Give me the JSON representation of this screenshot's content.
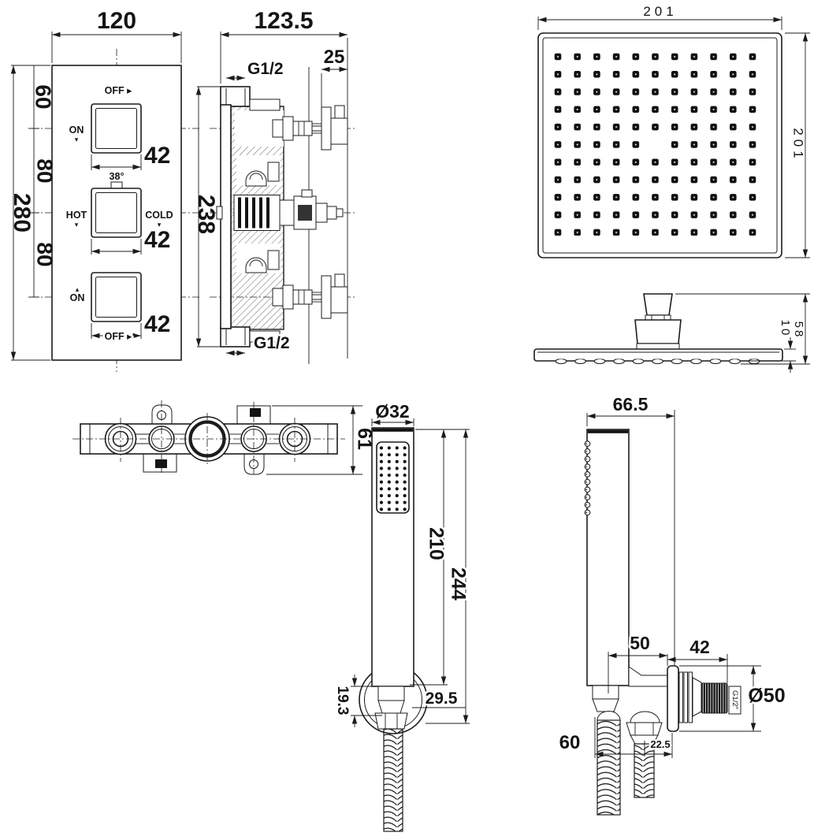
{
  "drawing": {
    "valve_front": {
      "dim_width": "120",
      "dim_height": "280",
      "dim_seg_top": "60",
      "dim_seg_mid": "80",
      "dim_seg_bot": "80",
      "dim_knob": [
        "42",
        "42",
        "42"
      ],
      "label_off_top": "OFF ▸",
      "label_on_top": "ON",
      "arrow_down": "▾",
      "arrow_up": "▴",
      "label_temp": "38°",
      "label_hot": "HOT",
      "label_cold": "COLD",
      "label_on_bottom": "ON",
      "label_off_bottom": "OFF ▸"
    },
    "valve_side": {
      "dim_width": "123.5",
      "dim_offset": "25",
      "thread_top": "G1/2",
      "dim_height": "238",
      "thread_bottom": "G1/2"
    },
    "head_front": {
      "dim_width": "201",
      "dim_height": "201"
    },
    "head_side": {
      "dim_thickness": "10",
      "dim_height": "58"
    },
    "valve_top": {
      "dim_depth": "61"
    },
    "handset_front": {
      "dim_diameter": "Ø32",
      "dim_body": "210",
      "dim_total": "244",
      "dim_offset": "19.3",
      "dim_holder": "29.5"
    },
    "handset_side": {
      "dim_width": "66.5",
      "dim_inset": "50",
      "dim_thread_len": "42",
      "dim_flange": "Ø50",
      "thread_label": "G1/2″",
      "dim_hose_gap": "60",
      "dim_hose_offset": "22.5"
    }
  }
}
